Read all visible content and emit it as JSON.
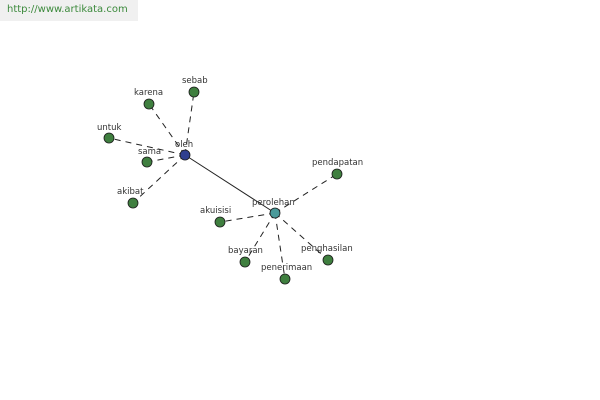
{
  "header": {
    "url": "http://www.artikata.com"
  },
  "graph": {
    "colors": {
      "hub_oleh": "#2f3f8f",
      "hub_perolehan": "#4a9a9a",
      "leaf": "#3f7f3f",
      "edge": "#222222"
    },
    "nodes": [
      {
        "id": "oleh",
        "label": "oleh",
        "role": "hub"
      },
      {
        "id": "perolehan",
        "label": "perolehan",
        "role": "hub"
      },
      {
        "id": "sebab",
        "label": "sebab",
        "role": "leaf"
      },
      {
        "id": "karena",
        "label": "karena",
        "role": "leaf"
      },
      {
        "id": "untuk",
        "label": "untuk",
        "role": "leaf"
      },
      {
        "id": "sama",
        "label": "sama",
        "role": "leaf"
      },
      {
        "id": "akibat",
        "label": "akibat",
        "role": "leaf"
      },
      {
        "id": "pendapatan",
        "label": "pendapatan",
        "role": "leaf"
      },
      {
        "id": "akuisisi",
        "label": "akuisisi",
        "role": "leaf"
      },
      {
        "id": "bayaran",
        "label": "bayaran",
        "role": "leaf"
      },
      {
        "id": "penerimaan",
        "label": "penerimaan",
        "role": "leaf"
      },
      {
        "id": "penghasilan",
        "label": "penghasilan",
        "role": "leaf"
      }
    ],
    "edges": [
      {
        "from": "oleh",
        "to": "perolehan",
        "style": "solid"
      },
      {
        "from": "oleh",
        "to": "sebab",
        "style": "dashed"
      },
      {
        "from": "oleh",
        "to": "karena",
        "style": "dashed"
      },
      {
        "from": "oleh",
        "to": "untuk",
        "style": "dashed"
      },
      {
        "from": "oleh",
        "to": "sama",
        "style": "dashed"
      },
      {
        "from": "oleh",
        "to": "akibat",
        "style": "dashed"
      },
      {
        "from": "perolehan",
        "to": "pendapatan",
        "style": "dashed"
      },
      {
        "from": "perolehan",
        "to": "akuisisi",
        "style": "dashed"
      },
      {
        "from": "perolehan",
        "to": "bayaran",
        "style": "dashed"
      },
      {
        "from": "perolehan",
        "to": "penerimaan",
        "style": "dashed"
      },
      {
        "from": "perolehan",
        "to": "penghasilan",
        "style": "dashed"
      }
    ]
  }
}
